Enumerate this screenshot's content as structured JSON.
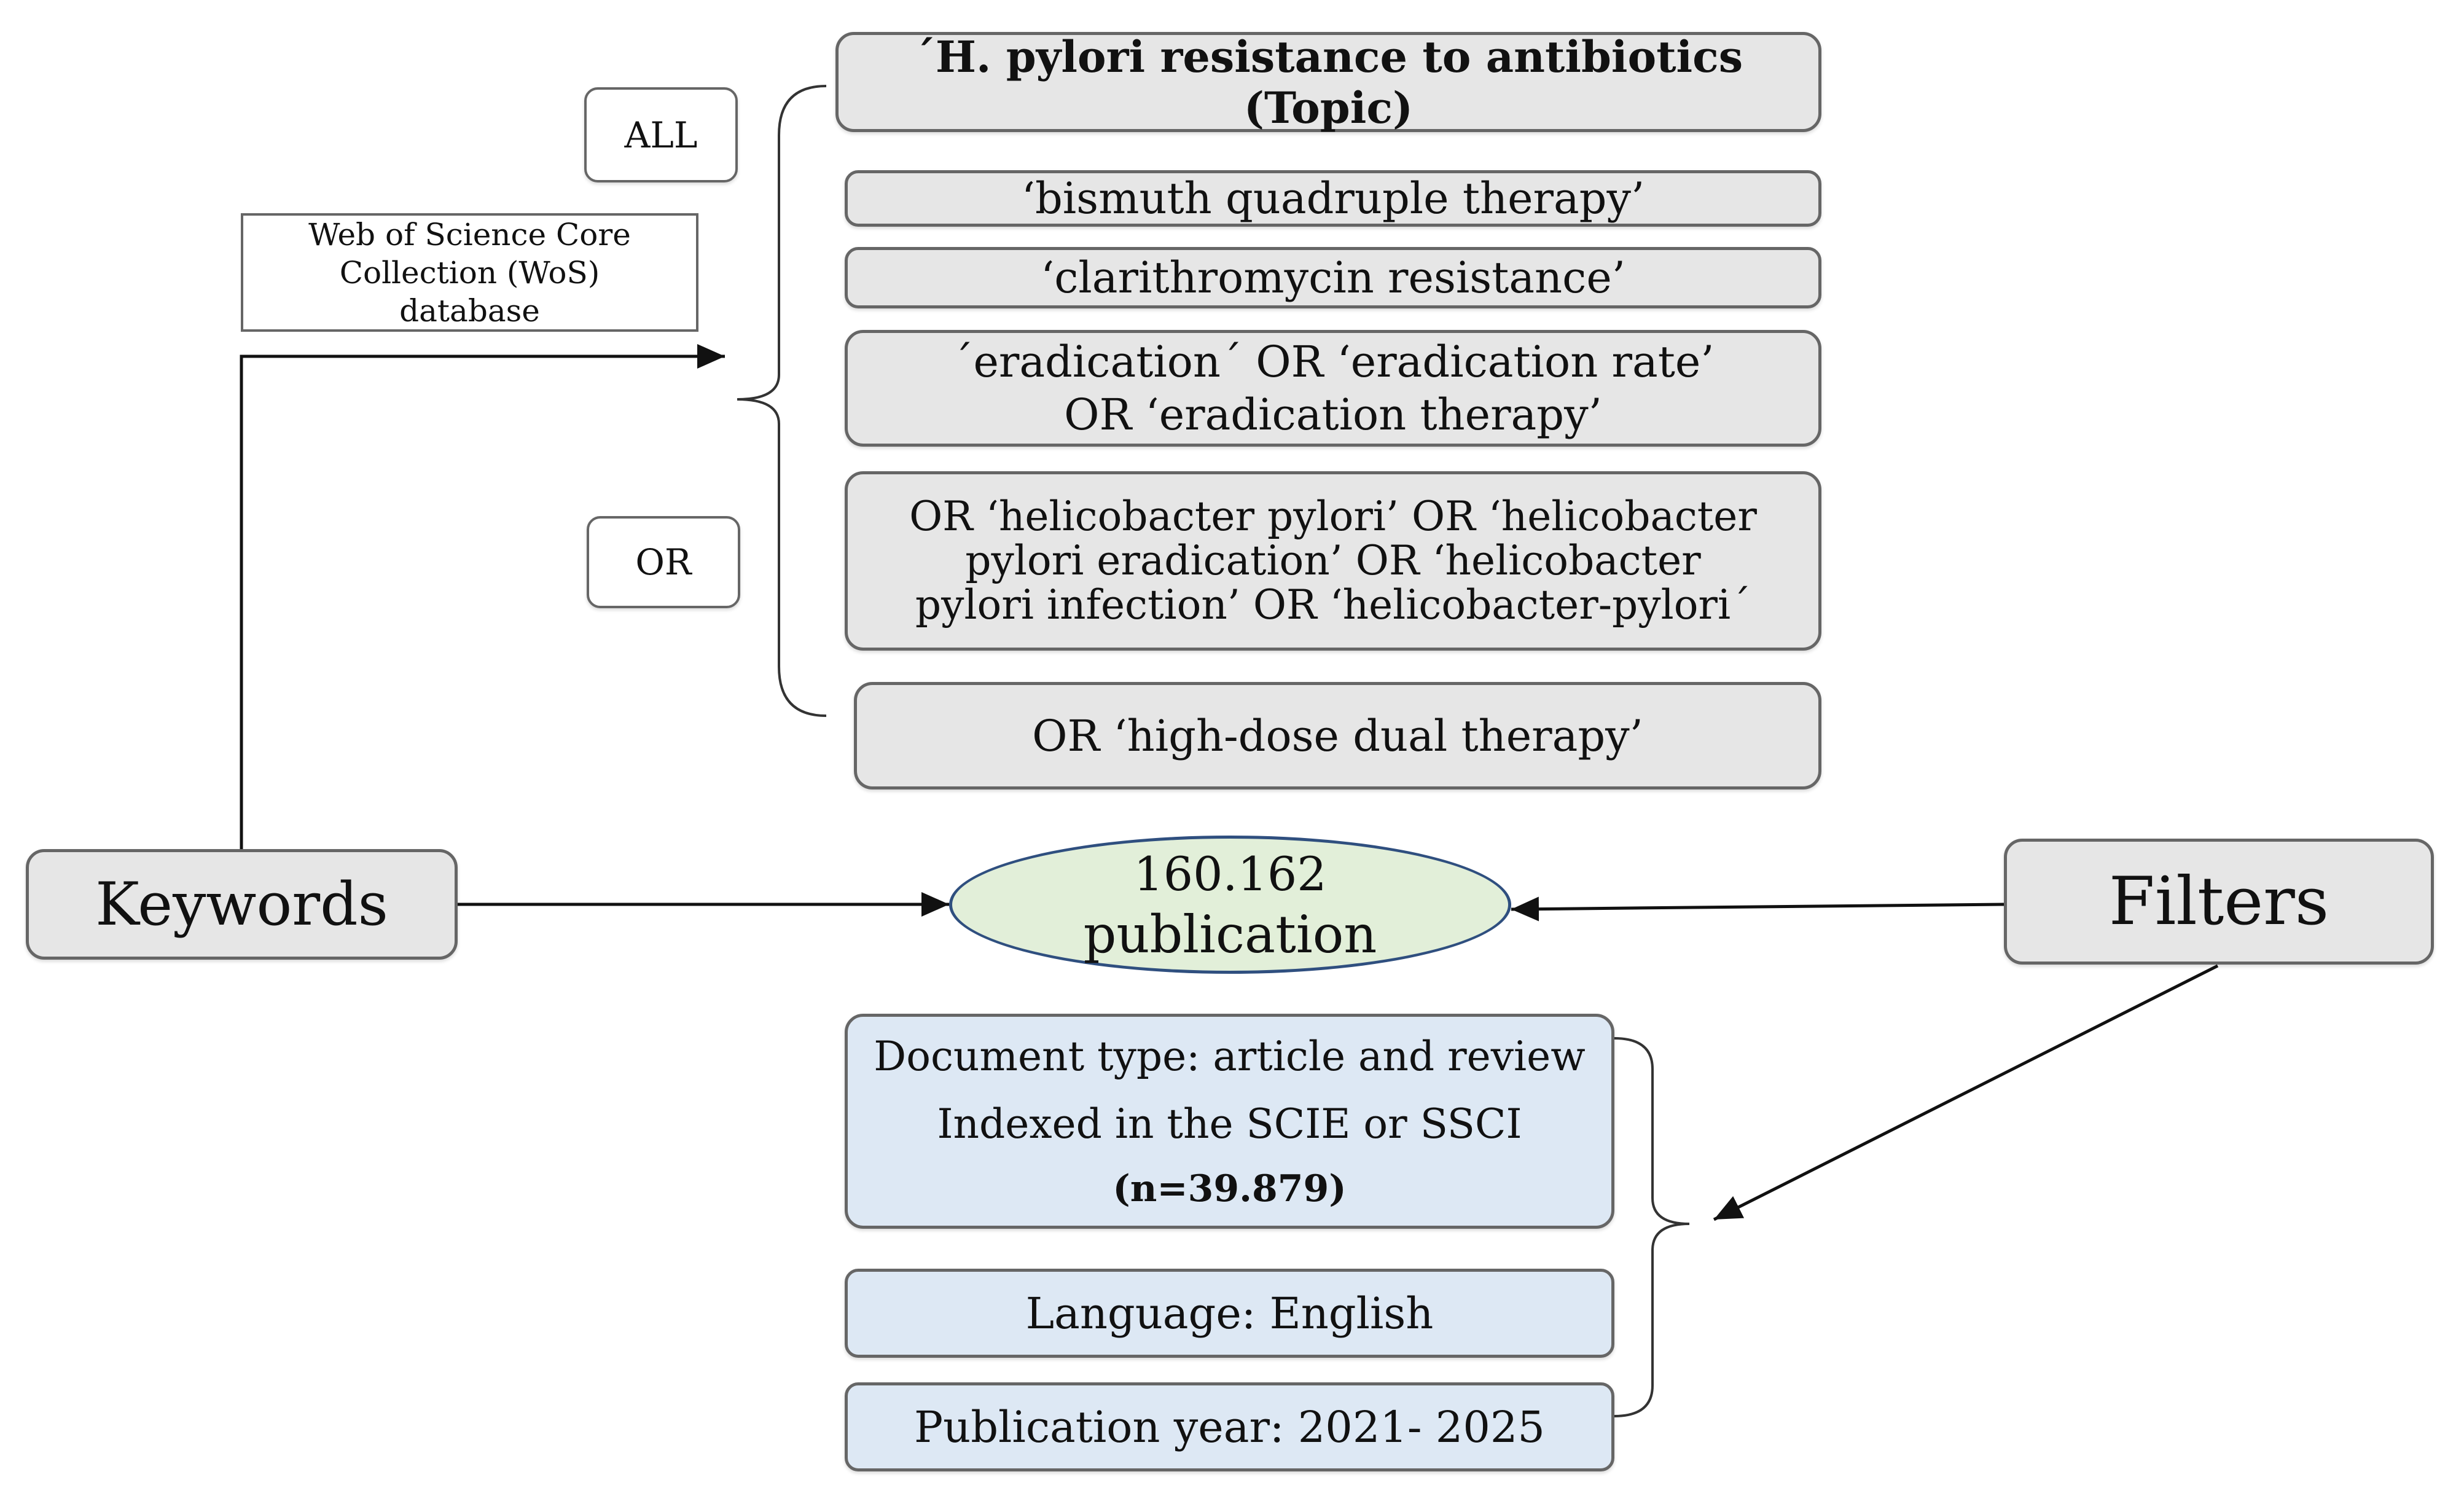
{
  "diagram": {
    "database_label": "Web of Science Core Collection (WoS) database",
    "all_label": "ALL",
    "or_label": "OR",
    "keywords_label": "Keywords",
    "filters_label": "Filters",
    "center_count": "160.162",
    "center_unit": "publication",
    "topic_terms": [
      "´H. pylori resistance to antibiotics (Topic)",
      "‘bismuth quadruple therapy’",
      "‘clarithromycin resistance’",
      "´eradication´ OR ‘eradication rate’ OR ‘eradication therapy’",
      "OR ‘helicobacter pylori’ OR ‘helicobacter pylori eradication’ OR ‘helicobacter pylori infection’ OR ‘helicobacter-pylori´",
      "OR ‘high-dose dual therapy’"
    ],
    "filter_doc_type": "Document type: article and review",
    "filter_index": "Indexed in the SCIE or SSCI",
    "filter_count": "(n=39.879)",
    "filter_language": "Language: English",
    "filter_year": "Publication year: 2021- 2025"
  },
  "colors": {
    "box_gray": "#e6e6e6",
    "box_blue": "#dde8f4",
    "ellipse_green": "#e2efd9",
    "ellipse_border": "#2f4f7f",
    "line": "#111111"
  }
}
